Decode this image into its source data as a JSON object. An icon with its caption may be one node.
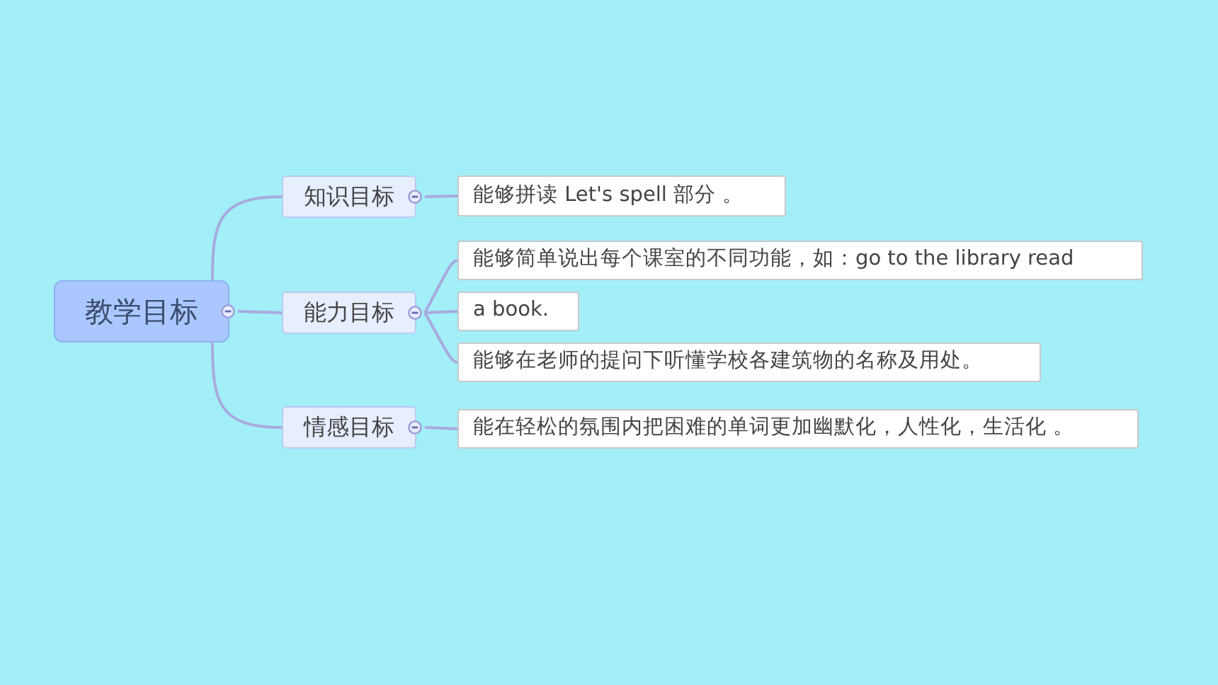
{
  "diagram": {
    "nodes": [
      {
        "text": [
          "教学目标"
        ]
      },
      {
        "text": [
          "知识目标"
        ]
      },
      {
        "text": [
          "能力目标"
        ]
      },
      {
        "text": [
          "情感目标"
        ]
      },
      {
        "text": [
          "能够拼读 Let's spell 部分 。"
        ]
      },
      {
        "text": [
          "能够简单说出每个课室的不同功能，如：go to the library read"
        ]
      },
      {
        "text": [
          "a book."
        ]
      },
      {
        "text": [
          "能够在老师的提问下听懂学校各建筑物的名称及用处。"
        ]
      },
      {
        "text": [
          "能在轻松的氛围内把困难的单词更加幽默化，人性化，生活化 。"
        ]
      }
    ],
    "edges": [
      {
        "from": 0,
        "to": 1,
        "arrow": "none"
      },
      {
        "from": 0,
        "to": 2,
        "arrow": "none"
      },
      {
        "from": 0,
        "to": 3,
        "arrow": "none"
      },
      {
        "from": 1,
        "to": 4,
        "arrow": "none"
      },
      {
        "from": 2,
        "to": 5,
        "arrow": "none"
      },
      {
        "from": 2,
        "to": 6,
        "arrow": "none"
      },
      {
        "from": 2,
        "to": 7,
        "arrow": "none"
      },
      {
        "from": 3,
        "to": 8,
        "arrow": "none"
      }
    ]
  }
}
